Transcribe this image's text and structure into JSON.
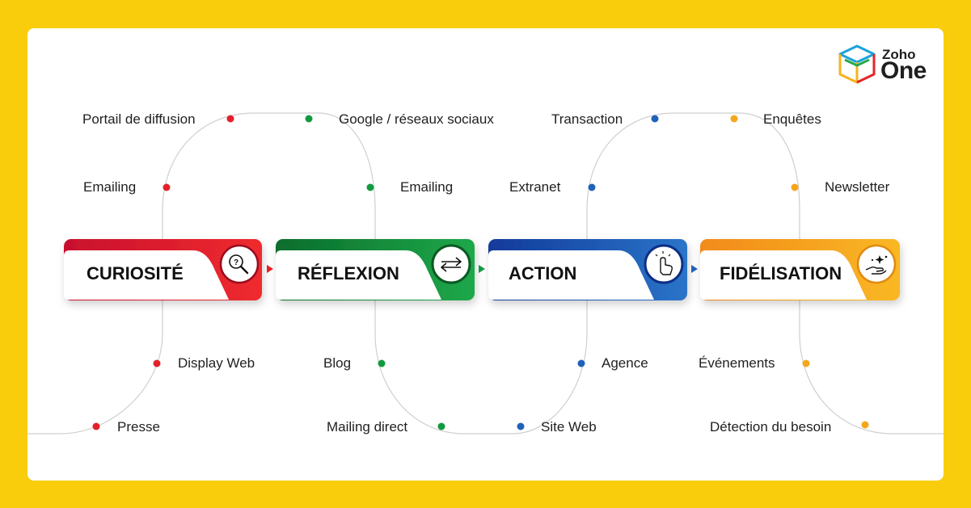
{
  "brand": {
    "line1": "Zoho",
    "line2": "One"
  },
  "colors": {
    "background": "#f9cd0c",
    "curiosite": "#e3202a",
    "reflexion": "#119a3f",
    "action": "#1f62b8",
    "fidelisation": "#f5a61b"
  },
  "stages": [
    {
      "label": "CURIOSITÉ",
      "icon": "magnifier-question-icon"
    },
    {
      "label": "RÉFLEXION",
      "icon": "exchange-arrows-icon"
    },
    {
      "label": "ACTION",
      "icon": "click-hand-icon"
    },
    {
      "label": "FIDÉLISATION",
      "icon": "hand-sparkle-icon"
    }
  ],
  "touchpoints": {
    "curiosite_top": [
      "Portail de diffusion",
      "Emailing"
    ],
    "curiosite_bottom": [
      "Display Web",
      "Presse"
    ],
    "reflexion_top": [
      "Google / réseaux sociaux",
      "Emailing"
    ],
    "reflexion_bottom": [
      "Blog",
      "Mailing direct"
    ],
    "action_top": [
      "Transaction",
      "Extranet"
    ],
    "action_bottom": [
      "Agence",
      "Site Web"
    ],
    "fidelisation_top": [
      "Enquêtes",
      "Newsletter"
    ],
    "fidelisation_bottom": [
      "Événements",
      "Détection du besoin"
    ]
  }
}
